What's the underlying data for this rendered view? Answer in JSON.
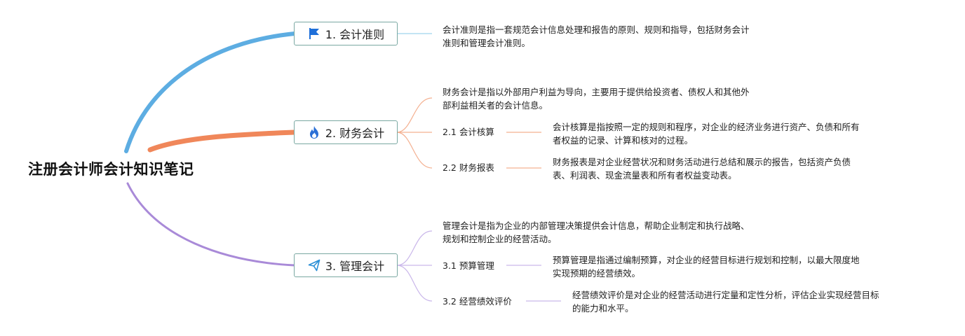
{
  "root": {
    "title": "注册会计师会计知识笔记"
  },
  "colors": {
    "branch1": "#5dade2",
    "branch2": "#f0875a",
    "branch3": "#a98ad8",
    "node_border": "#7aa8a2",
    "flag_icon": "#1e6fd9",
    "fire_icon": "#2a6fd6",
    "send_icon": "#2a8fd6"
  },
  "branches": [
    {
      "label": "1. 会计准则",
      "icon": "flag-icon",
      "note": [
        "会计准则是指一套规范会计信息处理和报告的原则、规则和指导，包括财务会计",
        "准则和管理会计准则。"
      ]
    },
    {
      "label": "2. 财务会计",
      "icon": "fire-icon",
      "note": [
        "财务会计是指以外部用户利益为导向，主要用于提供给投资者、债权人和其他外",
        "部利益相关者的会计信息。"
      ],
      "children": [
        {
          "label": "2.1 会计核算",
          "note": [
            "会计核算是指按照一定的规则和程序，对企业的经济业务进行资产、负债和所有",
            "者权益的记录、计算和核对的过程。"
          ]
        },
        {
          "label": "2.2 财务报表",
          "note": [
            "财务报表是对企业经营状况和财务活动进行总结和展示的报告，包括资产负债",
            "表、利润表、现金流量表和所有者权益变动表。"
          ]
        }
      ]
    },
    {
      "label": "3. 管理会计",
      "icon": "send-icon",
      "note": [
        "管理会计是指为企业的内部管理决策提供会计信息，帮助企业制定和执行战略、",
        "规划和控制企业的经营活动。"
      ],
      "children": [
        {
          "label": "3.1 预算管理",
          "note": [
            "预算管理是指通过编制预算，对企业的经营目标进行规划和控制，以最大限度地",
            "实现预期的经营绩效。"
          ]
        },
        {
          "label": "3.2 经营绩效评价",
          "note": [
            "经营绩效评价是对企业的经营活动进行定量和定性分析，评估企业实现经营目标",
            "的能力和水平。"
          ]
        }
      ]
    }
  ]
}
